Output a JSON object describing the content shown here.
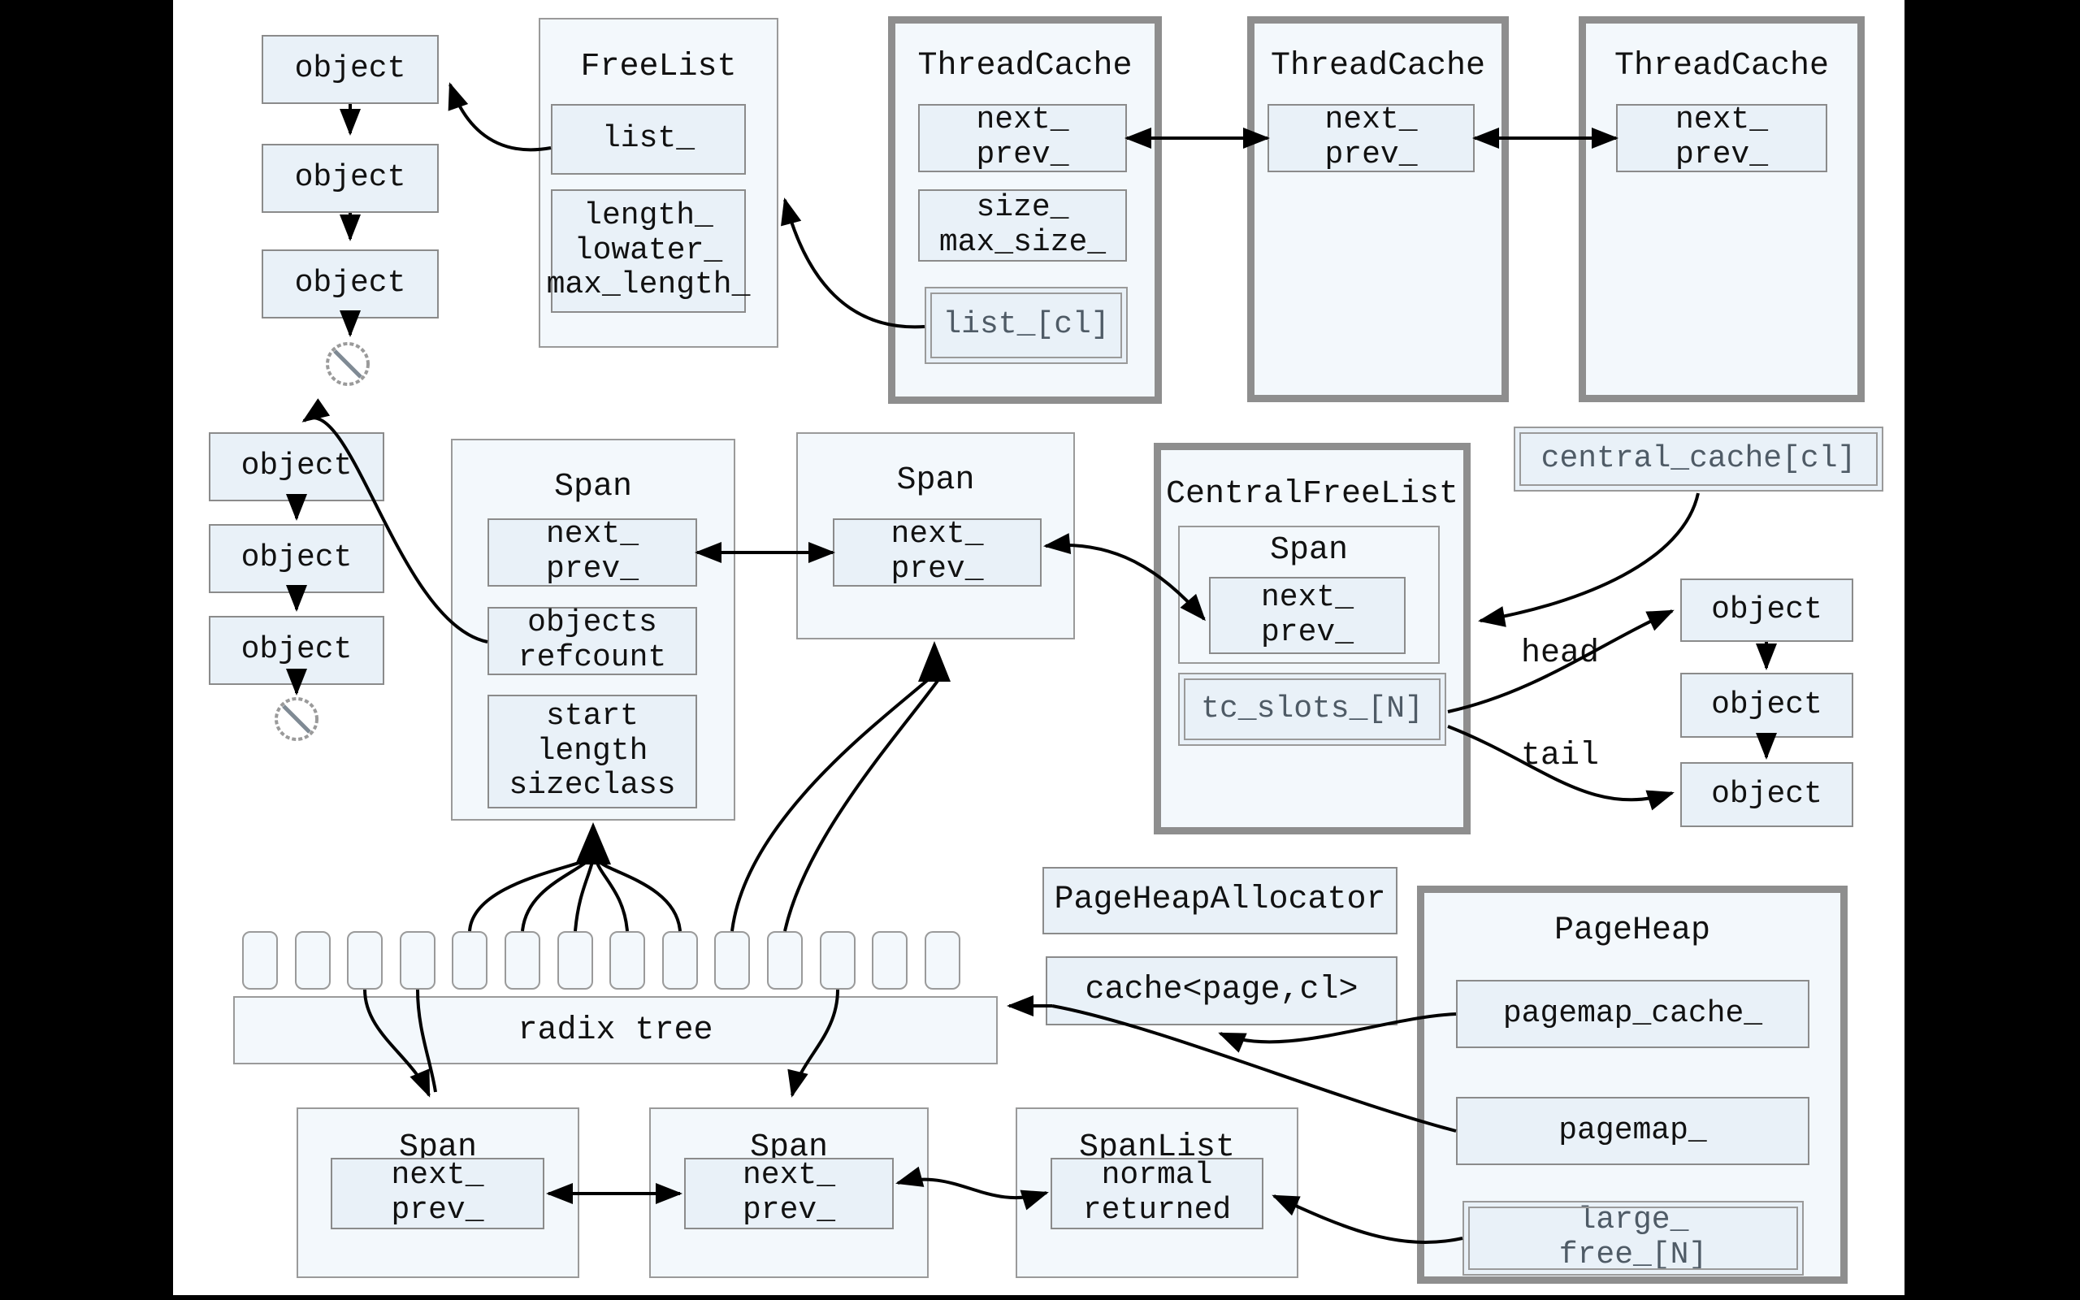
{
  "window": {
    "letterbox_color": "#000000",
    "canvas_color": "#ffffff"
  },
  "palette": {
    "box_fill": "#f3f8fc",
    "field_fill": "#e9f1f8",
    "box_border": "#9a9a9a",
    "frame_border": "#8e8e8e",
    "muted_text": "#4f5b66",
    "arrow": "#000000"
  },
  "chain_top": {
    "items": [
      {
        "label": "object"
      },
      {
        "label": "object"
      },
      {
        "label": "object"
      }
    ]
  },
  "chain_mid": {
    "items": [
      {
        "label": "object"
      },
      {
        "label": "object"
      },
      {
        "label": "object"
      }
    ]
  },
  "objects_right": {
    "items": [
      {
        "label": "object"
      },
      {
        "label": "object"
      },
      {
        "label": "object"
      }
    ]
  },
  "freelist": {
    "title": "FreeList",
    "list_field": "list_",
    "stats_field": "length_\nlowater_\nmax_length_"
  },
  "threadcache_1": {
    "title": "ThreadCache",
    "links_field": "next_\nprev_",
    "size_field": "size_\nmax_size_",
    "list_cl_field": "list_[cl]"
  },
  "threadcache_2": {
    "title": "ThreadCache",
    "links_field": "next_\nprev_"
  },
  "threadcache_3": {
    "title": "ThreadCache",
    "links_field": "next_\nprev_"
  },
  "span_mid_left": {
    "title": "Span",
    "links_field": "next_\nprev_",
    "objects_field": "objects\nrefcount",
    "meta_field": "start\nlength\nsizeclass"
  },
  "span_mid_right": {
    "title": "Span",
    "links_field": "next_\nprev_"
  },
  "central_freelist": {
    "title": "CentralFreeList",
    "span_title": "Span",
    "span_links_field": "next_\nprev_",
    "tc_slots_field": "tc_slots_[N]"
  },
  "central_cache_label": "central_cache[cl]",
  "head_label": "head",
  "tail_label": "tail",
  "radix_tree_label": "radix tree",
  "pageheap_allocator_label": "PageHeapAllocator",
  "page_cache_label": "cache<page,cl>",
  "pageheap": {
    "title": "PageHeap",
    "pagemap_cache_field": "pagemap_cache_",
    "pagemap_field": "pagemap_",
    "large_free_field": "large_\nfree_[N]"
  },
  "span_bottom_left": {
    "title": "Span",
    "links_field": "next_\nprev_"
  },
  "span_bottom_mid": {
    "title": "Span",
    "links_field": "next_\nprev_"
  },
  "spanlist": {
    "title": "SpanList",
    "lists_field": "normal\nreturned"
  }
}
